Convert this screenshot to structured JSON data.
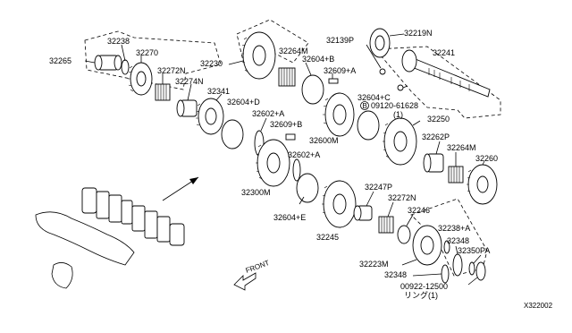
{
  "labels": {
    "p32265": "32265",
    "p32238": "32238",
    "p32270": "32270",
    "p32272N_a": "32272N",
    "p32274N": "32274N",
    "p32230": "32230",
    "p32341": "32341",
    "p32264M_a": "32264M",
    "p32604B": "32604+B",
    "p32139P": "32139P",
    "p32219N": "32219N",
    "p32241": "32241",
    "p32609A": "32609+A",
    "p32604C": "32604+C",
    "p09120": "09120-61628",
    "p09120_qty": "(1)",
    "p32604D": "32604+D",
    "p32602A_a": "32602+A",
    "p32609B": "32609+B",
    "p32600M": "32600M",
    "p32250": "32250",
    "p32262P": "32262P",
    "p32264M_b": "32264M",
    "p32260": "32260",
    "p32602A_b": "32602+A",
    "p32300M": "32300M",
    "p32604E": "32604+E",
    "p32247P": "32247P",
    "p32272N_b": "32272N",
    "p32246": "32246",
    "p32238A": "32238+A",
    "p32348_a": "32348",
    "p32245": "32245",
    "p32350PA": "32350PA",
    "p32223M": "32223M",
    "p32348_b": "32348",
    "p00922": "00922-12500",
    "p00922_ring": "リング(1)",
    "front": "FRONT",
    "diagram_code": "X322002"
  },
  "icons": {
    "bolt_marker": "circled-b-icon",
    "front_arrow": "front-arrow-icon"
  }
}
